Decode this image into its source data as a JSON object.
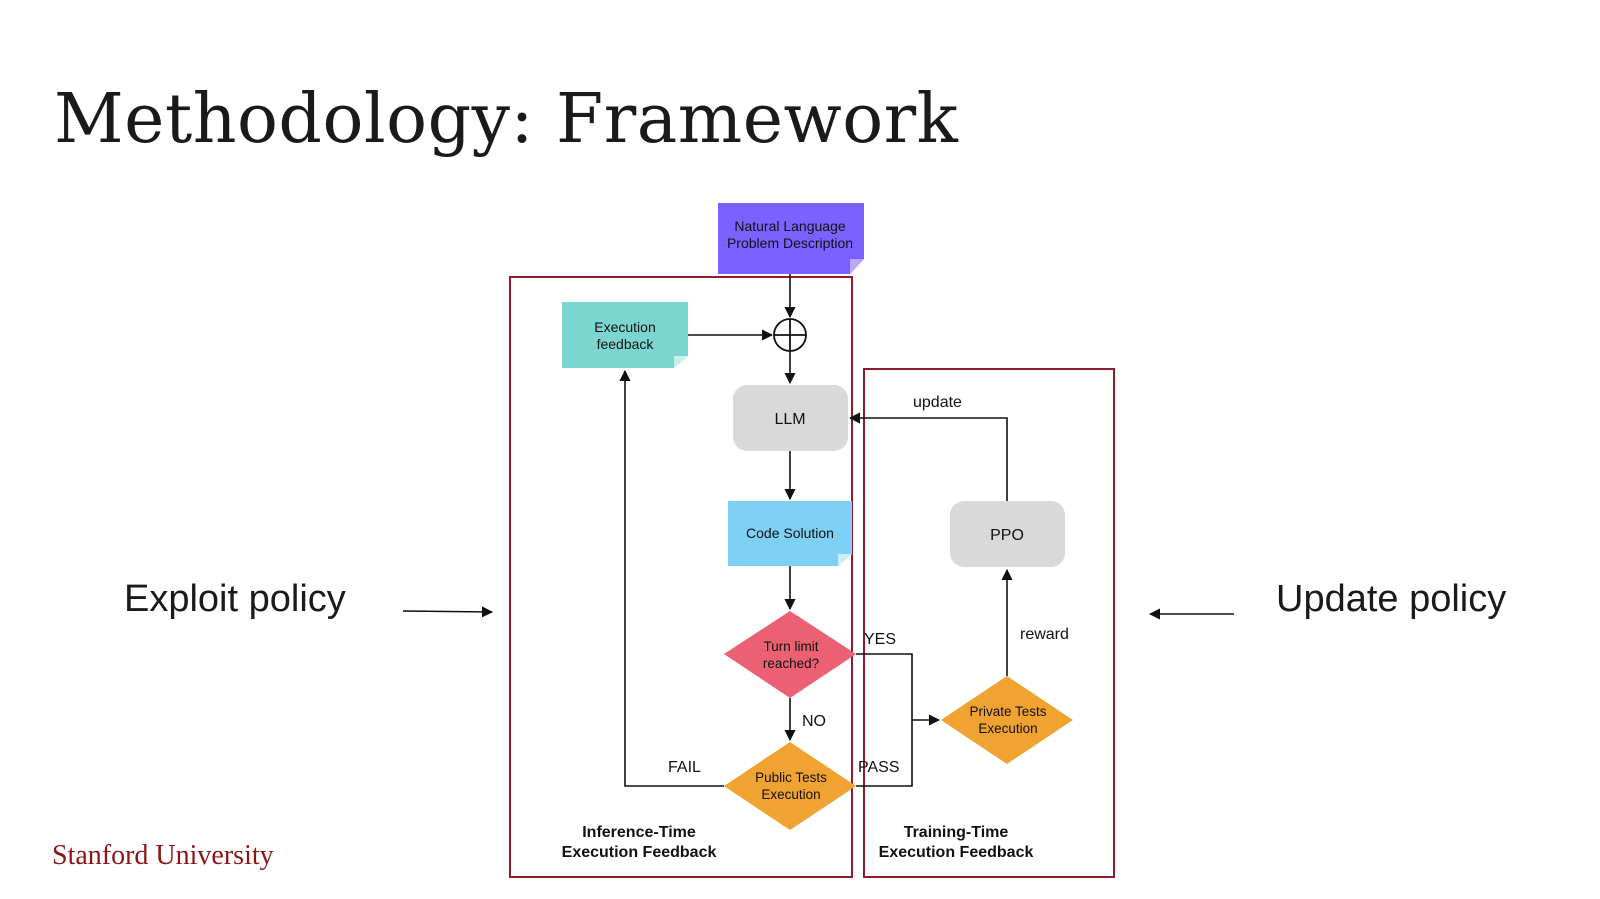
{
  "title": "Methodology: Framework",
  "left_label": "Exploit policy",
  "right_label": "Update policy",
  "footer": "Stanford University",
  "colors": {
    "border": "#8c1d2e",
    "problem": "#7b61ff",
    "feedback": "#7ad6cf",
    "llm": "#d9d9d9",
    "code": "#7fd0f5",
    "turn": "#eb6173",
    "tests": "#f0a330",
    "footer": "#8c1515"
  },
  "diagram": {
    "problem": [
      "Natural Language",
      "Problem Description"
    ],
    "feedback": [
      "Execution",
      "feedback"
    ],
    "llm": "LLM",
    "code": "Code Solution",
    "turn": [
      "Turn limit",
      "reached?"
    ],
    "public_tests": [
      "Public Tests",
      "Execution"
    ],
    "private_tests": [
      "Private Tests",
      "Execution"
    ],
    "ppo": "PPO",
    "update": "update",
    "reward": "reward",
    "yes": "YES",
    "no": "NO",
    "fail": "FAIL",
    "pass": "PASS",
    "inference_caption": [
      "Inference-Time",
      "Execution Feedback"
    ],
    "training_caption": [
      "Training-Time",
      "Execution Feedback"
    ]
  }
}
